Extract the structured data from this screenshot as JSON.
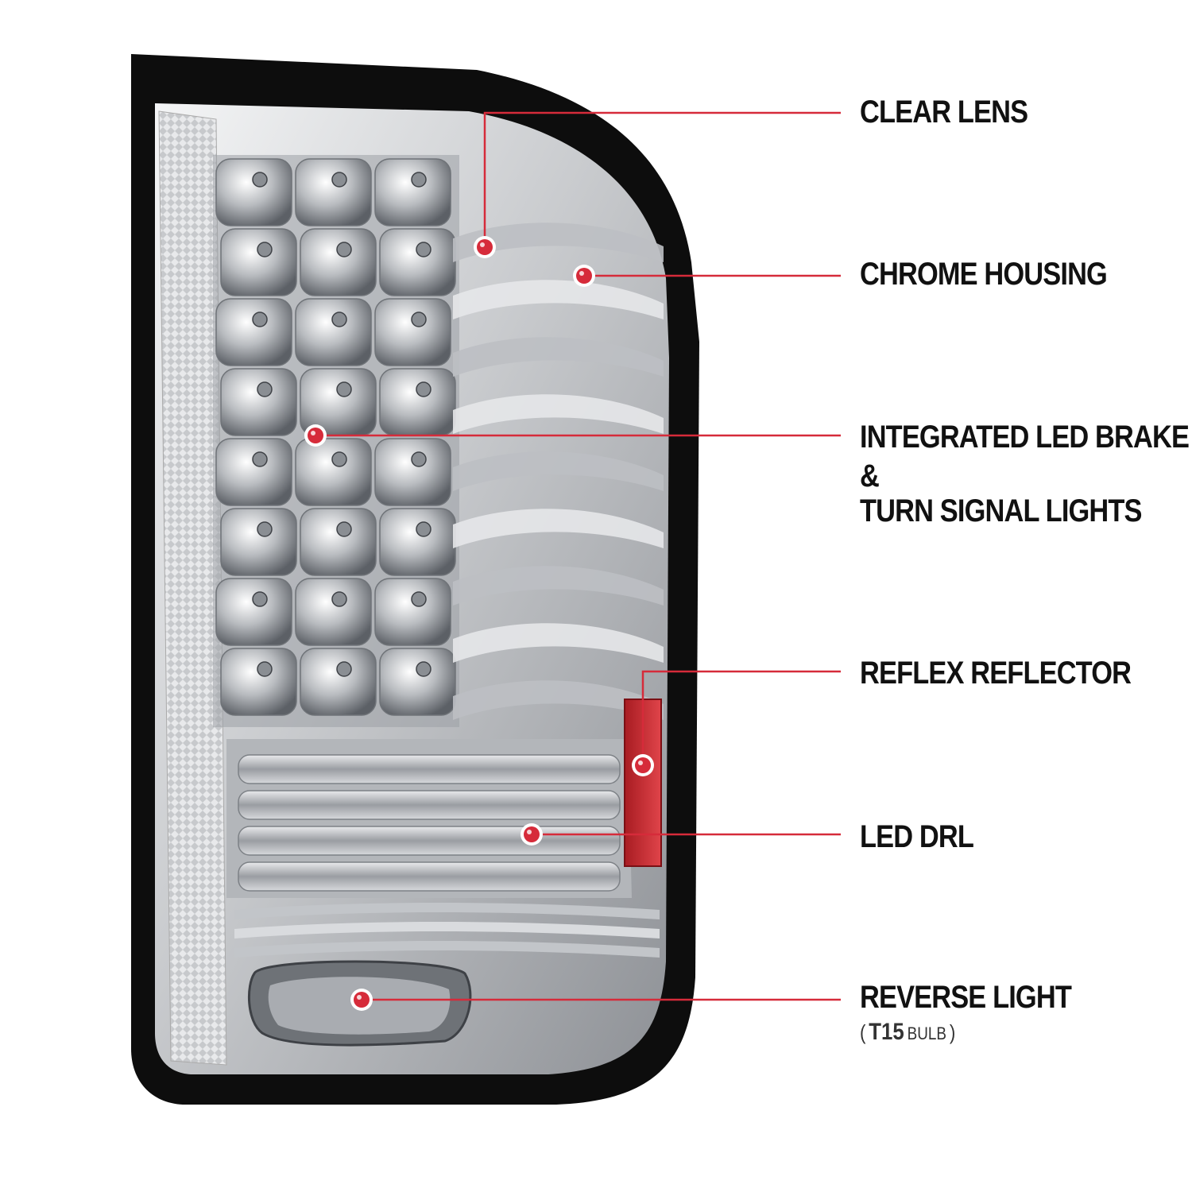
{
  "colors": {
    "callout": "#d62b3a",
    "text": "#111111",
    "housing": "#0d0d0d",
    "chrome": "#cfd1d4"
  },
  "callouts": [
    {
      "id": "clear-lens",
      "label": "CLEAR LENS"
    },
    {
      "id": "chrome-housing",
      "label": "CHROME HOUSING"
    },
    {
      "id": "led-brake",
      "lines": [
        "INTEGRATED LED BRAKE",
        "&",
        "TURN SIGNAL LIGHTS"
      ]
    },
    {
      "id": "reflex-reflector",
      "label": "REFLEX REFLECTOR"
    },
    {
      "id": "led-drl",
      "label": "LED DRL"
    },
    {
      "id": "reverse-light",
      "label": "REVERSE LIGHT",
      "note_open": "(",
      "note_bulb": "T15",
      "note_unit": "BULB",
      "note_close": ")"
    }
  ]
}
